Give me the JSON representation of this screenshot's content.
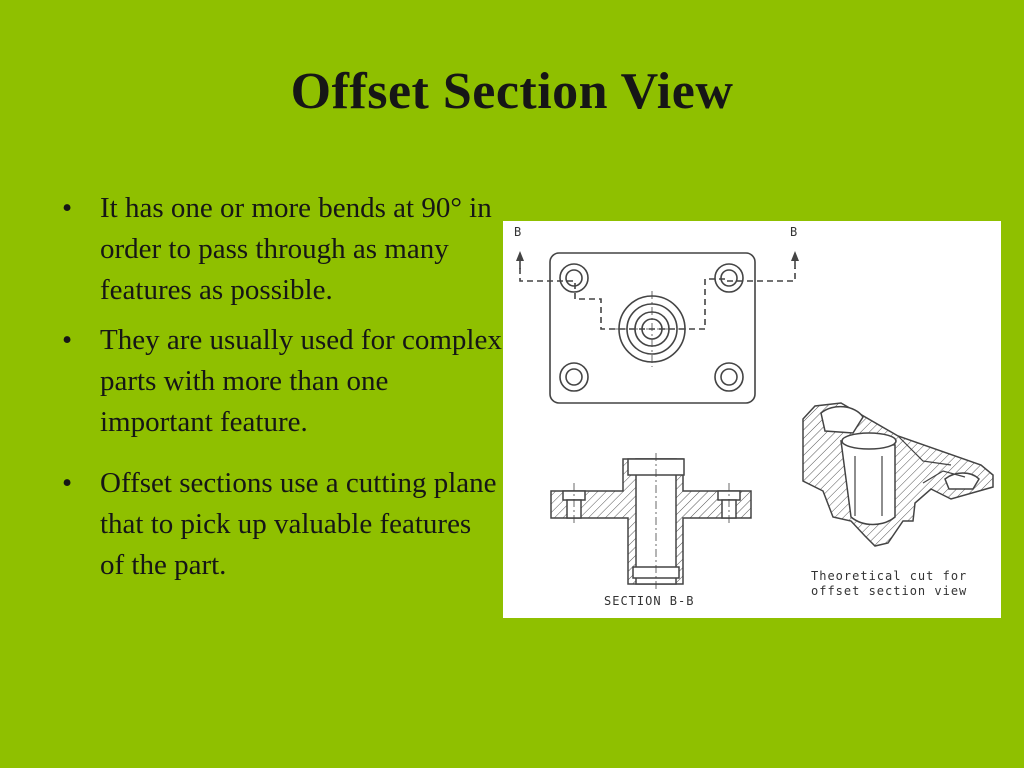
{
  "slide": {
    "title": "Offset Section View",
    "bullets": [
      "It has one or more bends at 90° in order to pass through as many features as possible.",
      "They are usually used for complex parts with more than one important feature.",
      "Offset sections use a cutting plane that to pick up valuable features of the part."
    ],
    "bullet_char": "•"
  },
  "figure": {
    "cut_label_left": "B",
    "cut_label_right": "B",
    "section_caption": "SECTION  B-B",
    "iso_caption_line1": "Theoretical cut for",
    "iso_caption_line2": "offset section view"
  },
  "colors": {
    "background": "#8fc000",
    "text": "#161616",
    "figure_background": "#ffffff",
    "line": "#444444"
  }
}
